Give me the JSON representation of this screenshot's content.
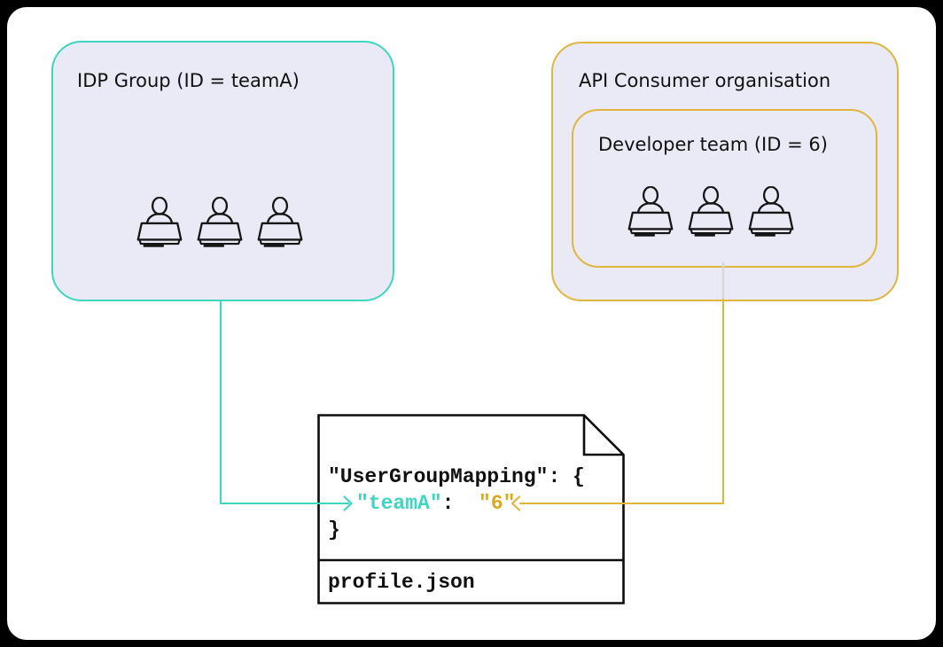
{
  "colors": {
    "teal": "#3dd6bf",
    "gold": "#d9a81c",
    "gold_border": "#e0b63c",
    "box_fill": "#eaeaf6",
    "gray_line": "#d8d8d8",
    "ink": "#111111"
  },
  "idp_group": {
    "title": "IDP Group (ID = teamA)",
    "member_count": 3
  },
  "api_org": {
    "title": "API Consumer organisation",
    "dev_team": {
      "title": "Developer team (ID = 6)",
      "member_count": 3
    }
  },
  "profile_document": {
    "filename": "profile.json",
    "code": {
      "line1": "\"UserGroupMapping\": {",
      "key": "\"teamA\"",
      "separator": ":  ",
      "value": "\"6\"",
      "line3": "}"
    }
  }
}
